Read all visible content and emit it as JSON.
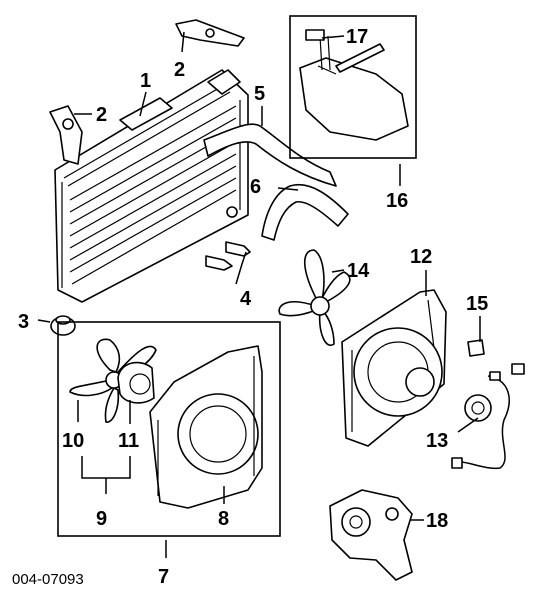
{
  "diagram": {
    "code": "004-07093",
    "callouts": {
      "c1": "1",
      "c2a": "2",
      "c2b": "2",
      "c3": "3",
      "c4": "4",
      "c5": "5",
      "c6": "6",
      "c7": "7",
      "c8": "8",
      "c9": "9",
      "c10": "10",
      "c11": "11",
      "c12": "12",
      "c13": "13",
      "c14": "14",
      "c15": "15",
      "c16": "16",
      "c17": "17",
      "c18": "18"
    }
  }
}
